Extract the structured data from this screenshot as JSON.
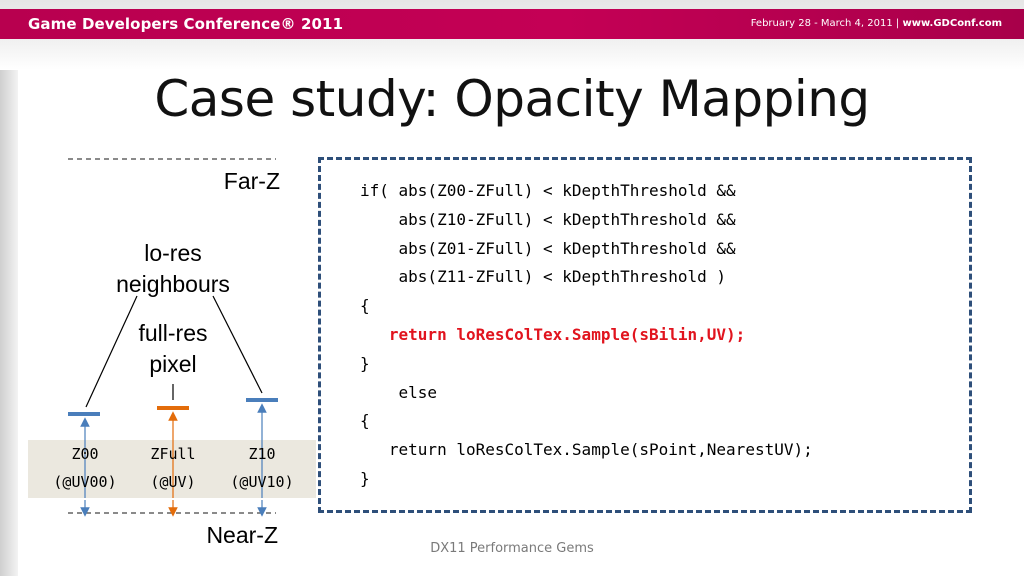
{
  "header": {
    "conference_name": "Game Developers Conference® 2011",
    "dates": "February 28 - March 4, 2011 | ",
    "website": "www.GDConf.com"
  },
  "slide": {
    "title": "Case study: Opacity Mapping",
    "footer": "DX11 Performance Gems"
  },
  "diagram": {
    "far_z": "Far-Z",
    "near_z": "Near-Z",
    "lo_res_label": [
      "lo-res",
      "neighbours"
    ],
    "full_res_label": [
      "full-res",
      "pixel"
    ],
    "samples": [
      {
        "name": "Z00",
        "uv": "(@UV00)",
        "color": "#4a7ebb"
      },
      {
        "name": "ZFull",
        "uv": "(@UV)",
        "color": "#e36c0a"
      },
      {
        "name": "Z10",
        "uv": "(@UV10)",
        "color": "#4a7ebb"
      }
    ]
  },
  "code": {
    "lines": [
      "if( abs(Z00-ZFull) < kDepthThreshold &&",
      "    abs(Z10-ZFull) < kDepthThreshold &&",
      "    abs(Z01-ZFull) < kDepthThreshold &&",
      "    abs(Z11-ZFull) < kDepthThreshold )",
      "{",
      "   return loResColTex.Sample(sBilin,UV);",
      "}",
      "    else",
      "{",
      "   return loResColTex.Sample(sPoint,NearestUV);",
      "}"
    ]
  },
  "colors": {
    "header_bar": "#c40055",
    "code_box_border": "#2e4f7a",
    "highlight_code": "#e1141e",
    "lo_res_marker": "#4a7ebb",
    "full_res_marker": "#e36c0a",
    "depth_band": "#ebe8df"
  }
}
